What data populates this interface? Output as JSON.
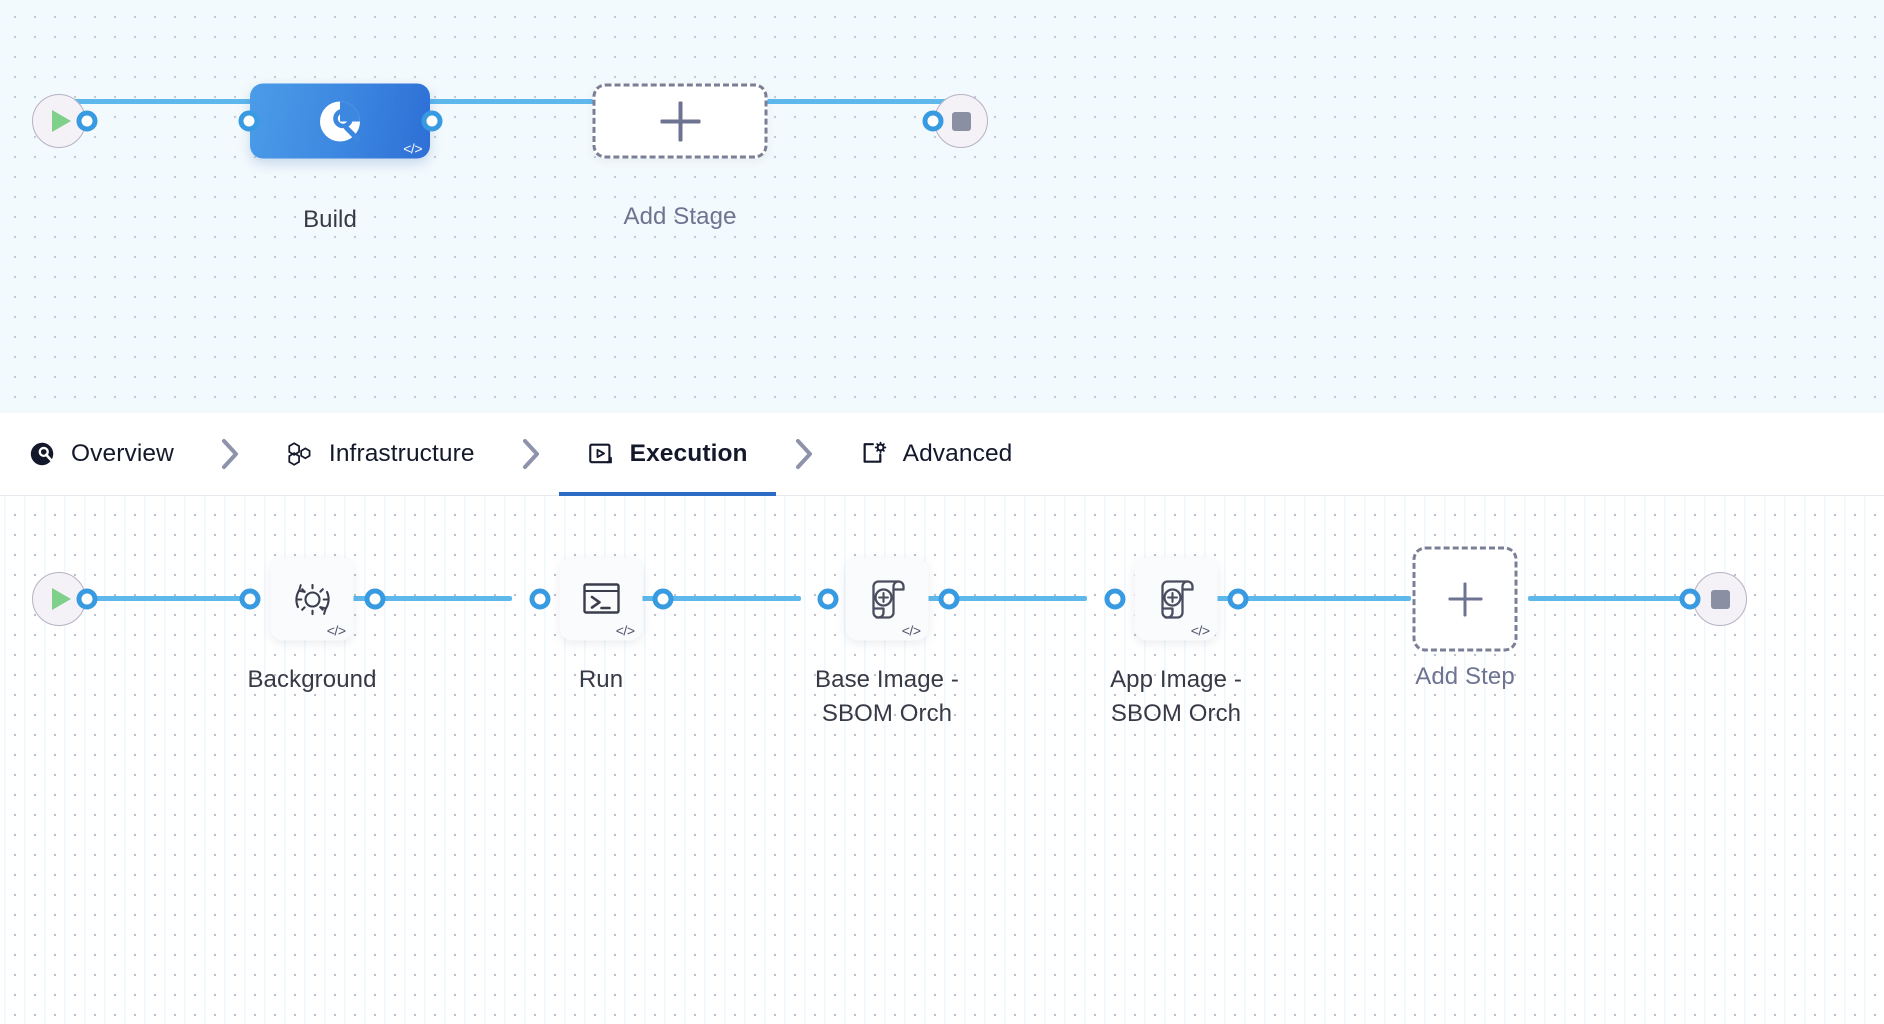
{
  "tabs": [
    {
      "id": "overview",
      "label": "Overview",
      "icon": "harness-overview-icon",
      "active": false
    },
    {
      "id": "infrastructure",
      "label": "Infrastructure",
      "icon": "hexagons-infrastructure-icon",
      "active": false
    },
    {
      "id": "execution",
      "label": "Execution",
      "icon": "play-box-execution-icon",
      "active": true
    },
    {
      "id": "advanced",
      "label": "Advanced",
      "icon": "gear-card-advanced-icon",
      "active": false
    }
  ],
  "tab_separator_icon": "chevron-right-icon",
  "colors": {
    "accent_blue": "#2c6cc7",
    "wire_blue": "#5fb8ec",
    "port_blue": "#389ae0",
    "stage_gradient_from": "#4b9ce9",
    "stage_gradient_to": "#2e6fd6",
    "start_triangle_green": "#7fd08a",
    "stop_square_gray": "#8a8fa3",
    "label_dark": "#383946",
    "label_muted": "#6e7391",
    "canvas_top_bg": "#f3fafd",
    "canvas_bottom_bg": "#ffffff"
  },
  "stage_graph": {
    "start_node": {
      "name": "pipeline-start",
      "icon": "play-icon"
    },
    "stages": [
      {
        "id": "build",
        "label": "Build",
        "icon": "harness-stage-icon",
        "badge": "</>",
        "selected": true
      },
      {
        "id": "add-stage",
        "label": "Add Stage",
        "icon": "plus-icon",
        "badge": ""
      }
    ],
    "end_node": {
      "name": "pipeline-end",
      "icon": "stop-icon"
    }
  },
  "step_graph": {
    "start_node": {
      "name": "execution-start",
      "icon": "play-icon"
    },
    "steps": [
      {
        "id": "background",
        "label": "Background",
        "icon": "gear-refresh-icon",
        "badge": "</>"
      },
      {
        "id": "run",
        "label": "Run",
        "icon": "terminal-icon",
        "badge": "</>"
      },
      {
        "id": "base-image-sbom-orch",
        "label": "Base Image -\nSBOM Orch",
        "icon": "sbom-scroll-plus-icon",
        "badge": "</>"
      },
      {
        "id": "app-image-sbom-orch",
        "label": "App Image -\nSBOM Orch",
        "icon": "sbom-scroll-plus-icon",
        "badge": "</>"
      },
      {
        "id": "add-step",
        "label": "Add Step",
        "icon": "plus-icon",
        "badge": ""
      }
    ],
    "end_node": {
      "name": "execution-end",
      "icon": "stop-icon"
    }
  }
}
